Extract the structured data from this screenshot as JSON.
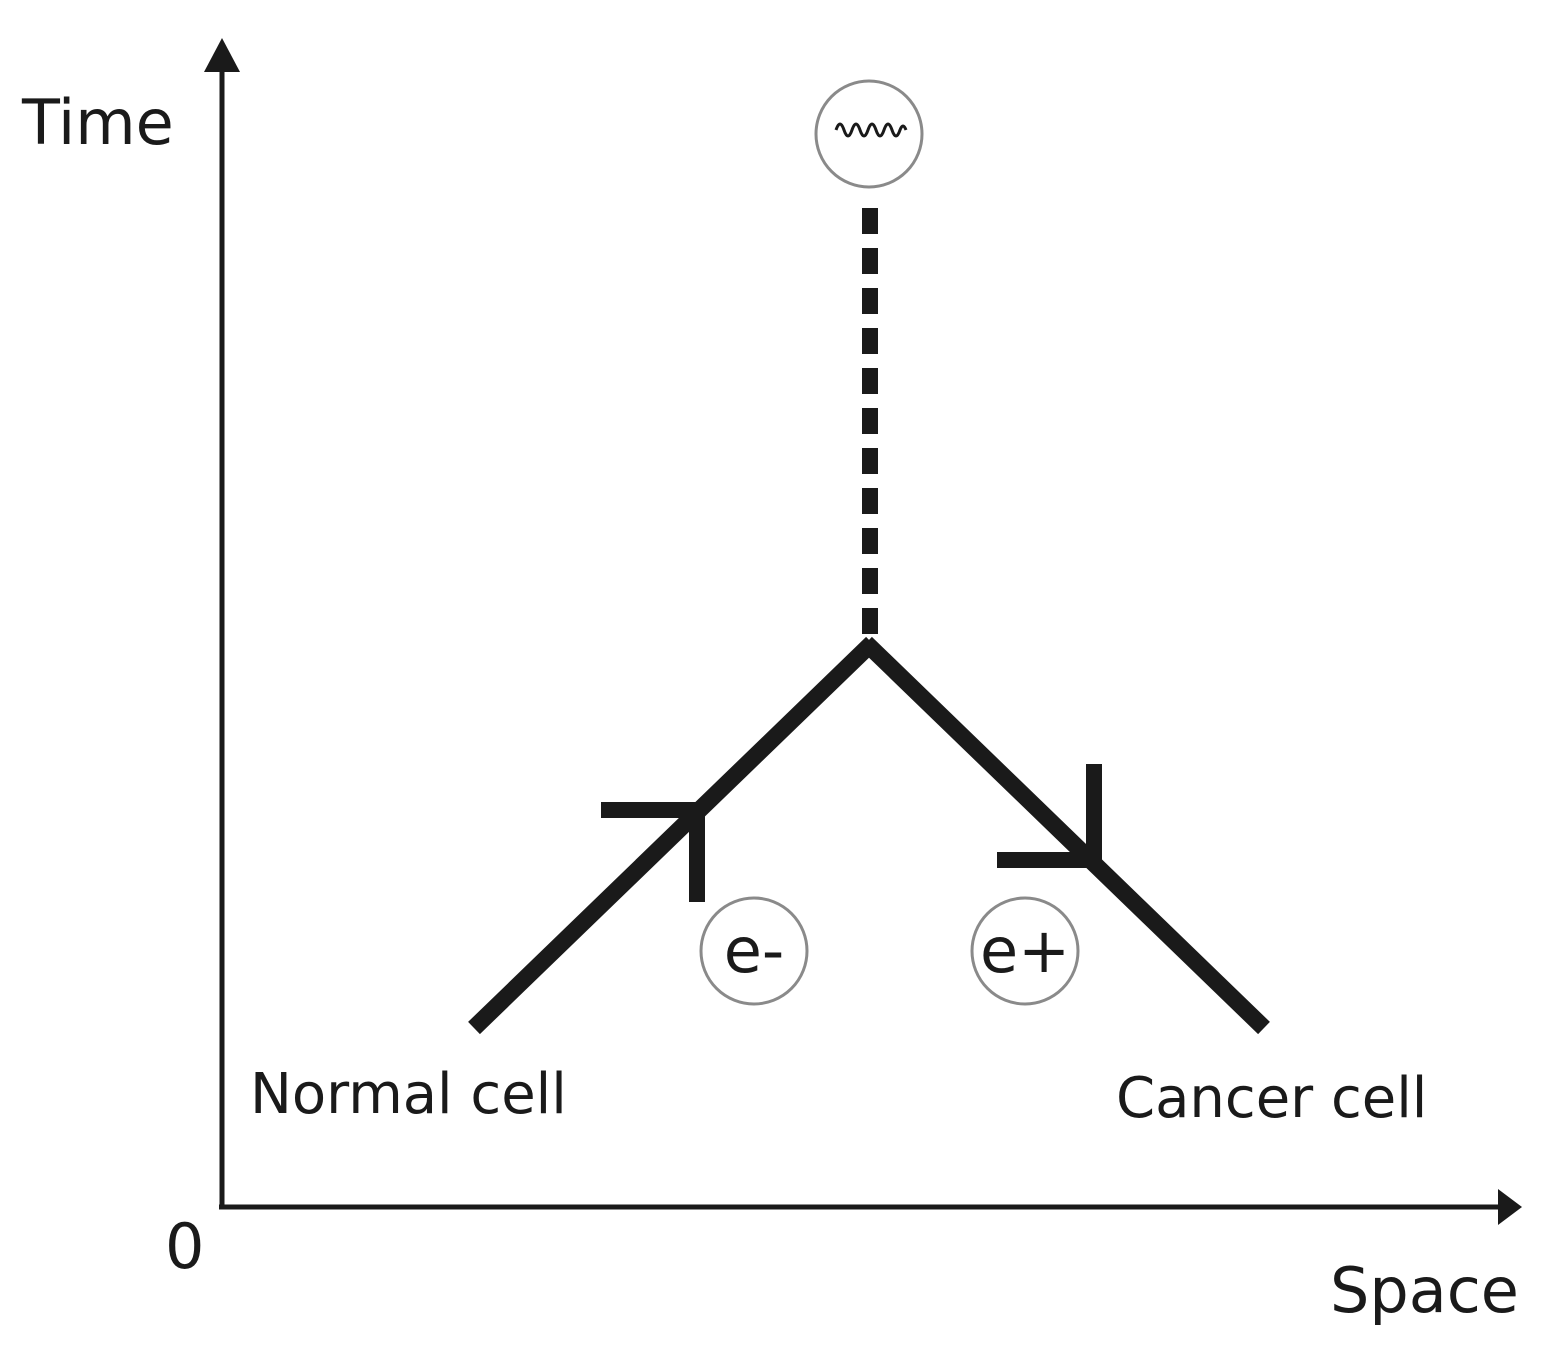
{
  "axes": {
    "y_label": "Time",
    "x_label": "Space",
    "origin_label": "0"
  },
  "labels": {
    "left_cell": "Normal cell",
    "right_cell": "Cancer cell"
  },
  "particles": {
    "electron": "e-",
    "positron": "e+"
  },
  "icons": {
    "photon": "wave-photon-icon"
  },
  "colors": {
    "line": "#1a1a1a",
    "circle_stroke": "#8a8a8a",
    "background": "#ffffff"
  }
}
